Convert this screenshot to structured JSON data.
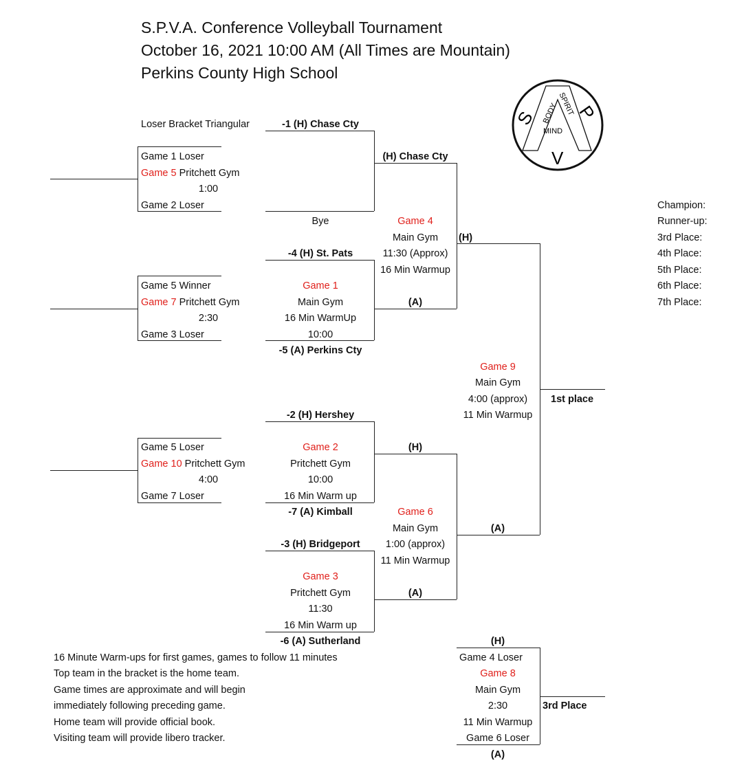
{
  "header": {
    "line1": "S.P.V.A.  Conference Volleyball Tournament",
    "line2": "October 16, 2021 10:00 AM (All Times are Mountain)",
    "line3": "Perkins County High School"
  },
  "logo": {
    "letters": [
      "S",
      "P",
      "V"
    ],
    "words": [
      "BODY",
      "SPIRIT",
      "MIND"
    ]
  },
  "loser_bracket": {
    "title": "Loser Bracket Triangular",
    "g5": {
      "top": "Game 1 Loser",
      "game": "Game 5",
      "gym": " Pritchett Gym",
      "time": "1:00",
      "bottom": "Game 2 Loser"
    },
    "g7": {
      "top": "Game 5 Winner",
      "game": "Game 7",
      "gym": " Pritchett Gym",
      "time": "2:30",
      "bottom": "Game 3 Loser"
    },
    "g10": {
      "top": "Game 5 Loser",
      "game": "Game 10",
      "gym": " Pritchett Gym",
      "time": "4:00",
      "bottom": "Game 7 Loser"
    }
  },
  "seeds": {
    "s1": "-1 (H) Chase Cty",
    "bye": "Bye",
    "s4": "-4 (H) St. Pats",
    "s5": "-5 (A) Perkins Cty",
    "s2": "-2 (H) Hershey",
    "s7": "-7 (A) Kimball",
    "s3": "-3 (H) Bridgeport",
    "s6": "-6 (A) Sutherland"
  },
  "game1": {
    "name": "Game 1",
    "gym": "Main Gym",
    "warmup": "16 Min WarmUp",
    "time": "10:00"
  },
  "game2": {
    "name": "Game 2",
    "gym": "Pritchett Gym",
    "time": "10:00",
    "warmup": "16 Min Warm up"
  },
  "game3": {
    "name": "Game 3",
    "gym": "Pritchett Gym",
    "time": "11:30",
    "warmup": "16 Min Warm up"
  },
  "game4": {
    "top": "(H)  Chase Cty",
    "name": "Game 4",
    "gym": "Main Gym",
    "time": "11:30 (Approx)",
    "warmup": "16 Min Warmup",
    "bottom": "(A)"
  },
  "game6": {
    "top": "(H)",
    "name": "Game 6",
    "gym": "Main Gym",
    "time": "1:00 (approx)",
    "warmup": "11 Min Warmup",
    "bottom": "(A)"
  },
  "game9": {
    "top": "(H)",
    "name": "Game 9",
    "gym": "Main Gym",
    "time": "4:00 (approx)",
    "warmup": "11 Min Warmup",
    "bottom": "(A)",
    "result": "1st place"
  },
  "game8": {
    "top": "(H)",
    "feed_top": "Game 4 Loser",
    "name": "Game 8",
    "gym": "Main Gym",
    "time": "2:30",
    "warmup": "11 Min Warmup",
    "feed_bottom": "Game 6 Loser",
    "bottom": "(A)",
    "result": "3rd Place"
  },
  "places": [
    "Champion:",
    "Runner-up:",
    "3rd Place:",
    "4th Place:",
    "5th Place:",
    "6th Place:",
    "7th Place:"
  ],
  "notes": [
    "16 Minute Warm-ups for first games, games to follow 11 minutes",
    "Top team in the bracket is the home team.",
    "Game times are approximate and will begin",
    "immediately following preceding game.",
    "Home team will provide official book.",
    "Visiting team will provide libero tracker."
  ]
}
